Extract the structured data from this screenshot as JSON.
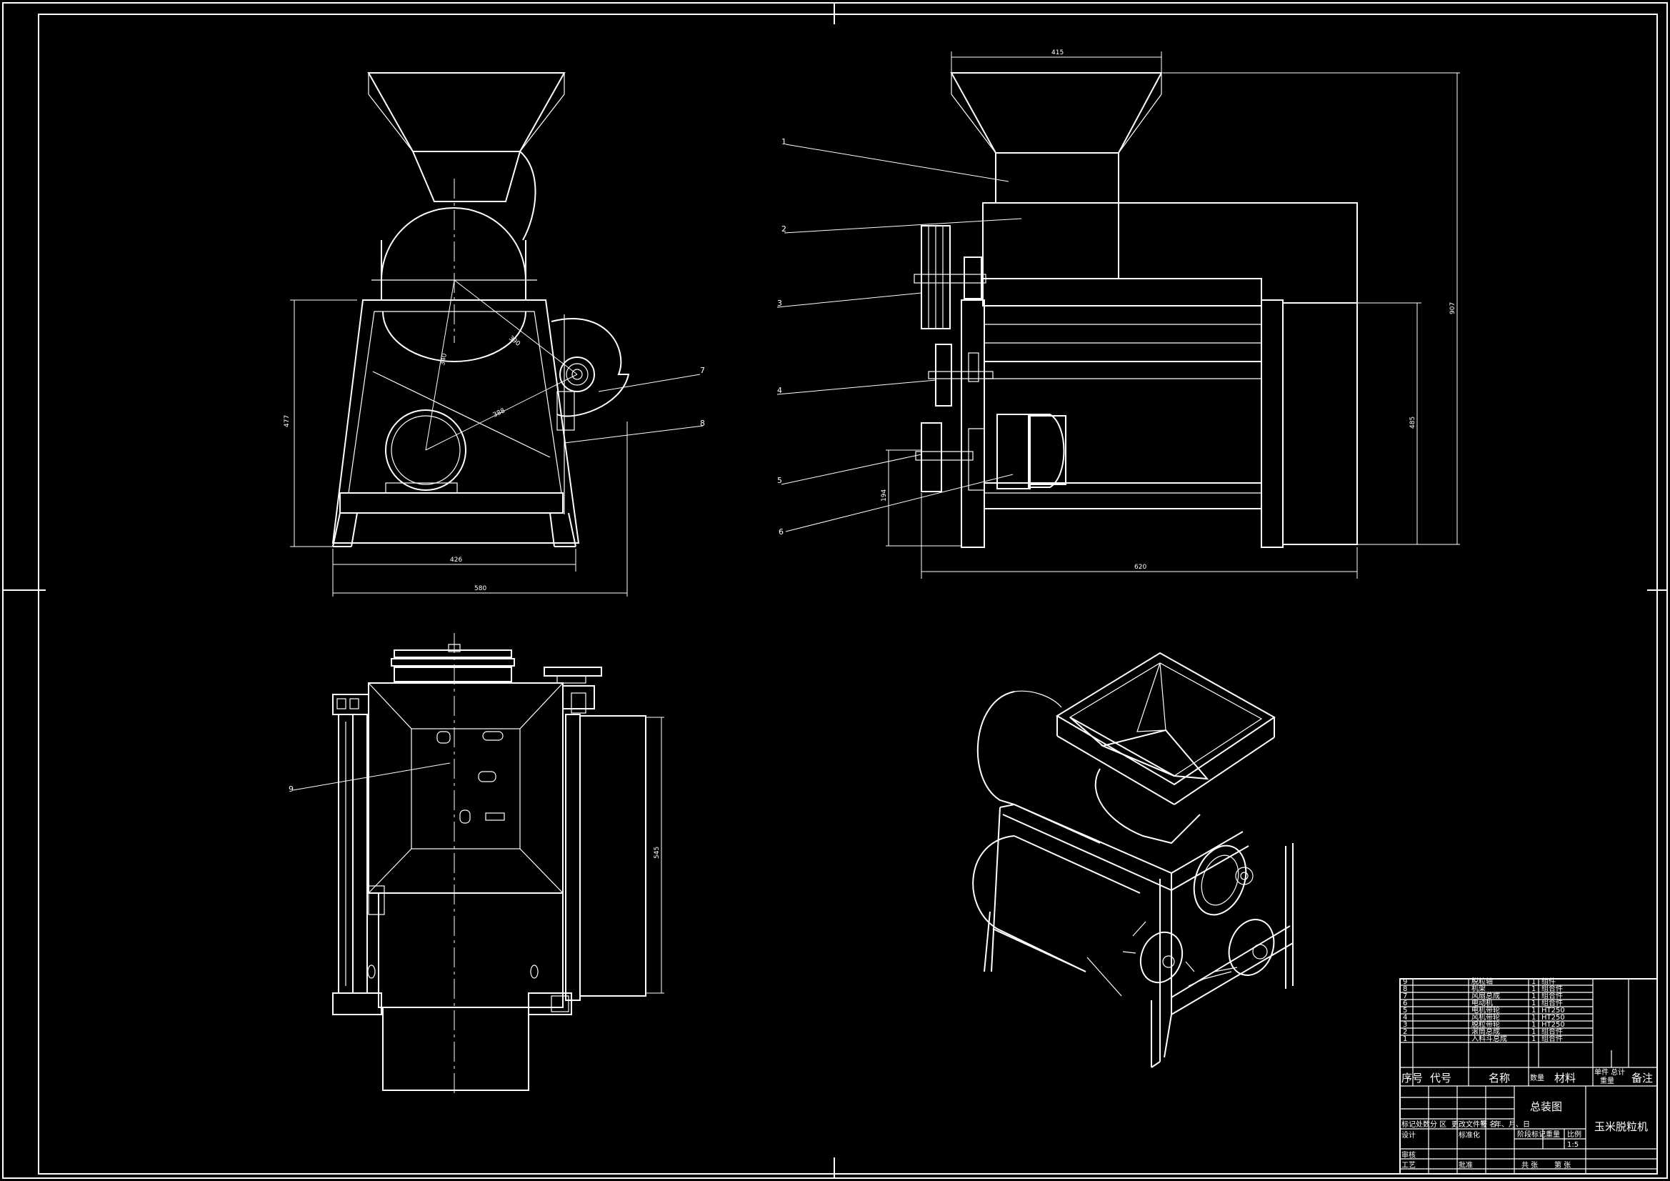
{
  "dimensions": {
    "front_height": "477",
    "front_base_inner": "426",
    "front_base_total": "580",
    "front_diag_1": "390",
    "front_diag_2": "388",
    "front_diag_3": "340",
    "side_top_width": "415",
    "side_total_height": "907",
    "side_body_height": "485",
    "side_low_height": "194",
    "side_total_width": "620",
    "top_depth": "545"
  },
  "balloons": [
    "1",
    "2",
    "3",
    "4",
    "5",
    "6",
    "7",
    "8",
    "9"
  ],
  "parts_list": {
    "rows": [
      {
        "no": "9",
        "name": "脱粒轴",
        "qty": "1",
        "material": "组件"
      },
      {
        "no": "8",
        "name": "机架",
        "qty": "1",
        "material": "组合件"
      },
      {
        "no": "7",
        "name": "风扇总成",
        "qty": "1",
        "material": "组合件"
      },
      {
        "no": "6",
        "name": "电动机",
        "qty": "1",
        "material": "组合件"
      },
      {
        "no": "5",
        "name": "电机带轮",
        "qty": "1",
        "material": "HT250"
      },
      {
        "no": "4",
        "name": "风机带轮",
        "qty": "1",
        "material": "HT250"
      },
      {
        "no": "3",
        "name": "脱粒带轮",
        "qty": "1",
        "material": "HT250"
      },
      {
        "no": "2",
        "name": "滚筒总成",
        "qty": "1",
        "material": "组合件"
      },
      {
        "no": "1",
        "name": "入料斗总成",
        "qty": "1",
        "material": "组合件"
      }
    ],
    "header": {
      "no": "序号",
      "code": "代号",
      "name": "名称",
      "qty": "数量",
      "material": "材料",
      "single_total": "单件 总计",
      "weight": "重量",
      "remark": "备注"
    }
  },
  "title_block": {
    "drawing_name": "总装图",
    "machine_name": "玉米脱粒机",
    "revision_row": [
      "标记",
      "处数",
      "分 区",
      "更改文件号",
      "签 名",
      "年、月、日"
    ],
    "design": "设计",
    "standardization": "标准化",
    "review": "审核",
    "process": "工艺",
    "approve": "批准",
    "stage_mark": "阶段标记",
    "weight": "重量",
    "scale": "比例",
    "scale_value": "1:5",
    "sheets_total": "共 张",
    "sheet_no": "第 张"
  }
}
